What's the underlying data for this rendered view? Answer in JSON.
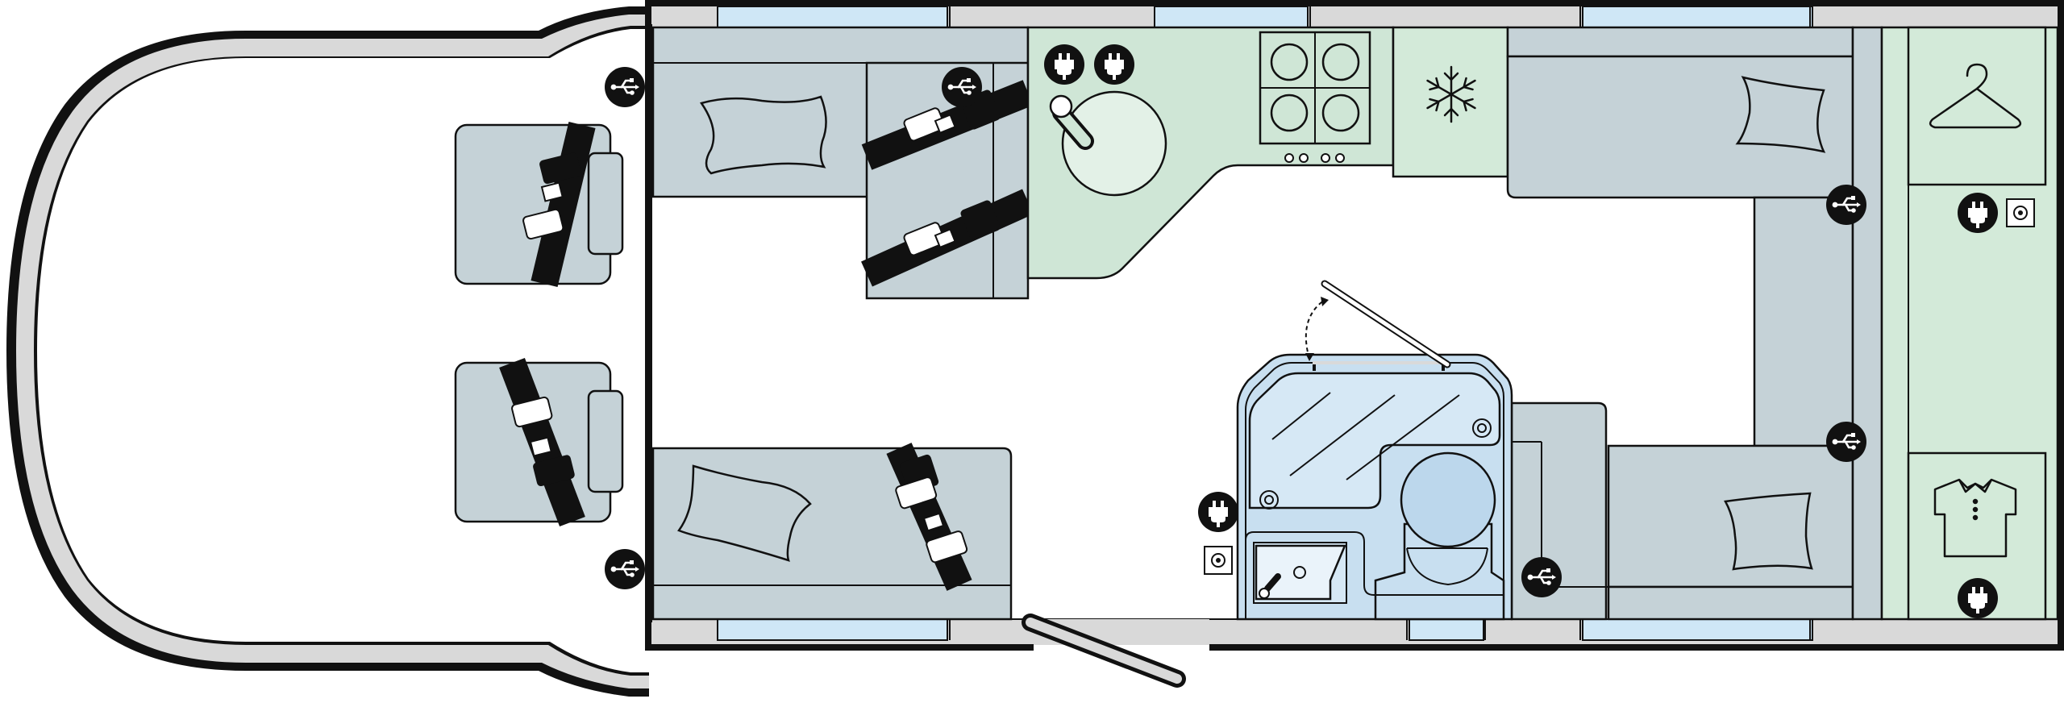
{
  "diagram": {
    "type": "motorhome floorplan",
    "colors": {
      "outline": "#111111",
      "body_grey": "#d9d9d9",
      "seat": "#c5d2d7",
      "seat_dark": "#b7c6cc",
      "kitchen": "#cfe6d6",
      "wardrobe": "#d3ead9",
      "washroom": "#c8dff0",
      "window": "#cfe7f6",
      "belt": "#111111",
      "white": "#ffffff"
    },
    "areas": [
      {
        "name": "cab-seat-driver",
        "kind": "cab seat"
      },
      {
        "name": "cab-seat-passenger",
        "kind": "cab seat"
      },
      {
        "name": "front-lounge-sofa-top",
        "kind": "lounge seat"
      },
      {
        "name": "front-lounge-travel-seat",
        "kind": "travel seat with two belts"
      },
      {
        "name": "front-lounge-sofa-bottom",
        "kind": "lounge seat with belt"
      },
      {
        "name": "kitchen-counter",
        "kind": "kitchen"
      },
      {
        "name": "fridge-unit",
        "kind": "fridge"
      },
      {
        "name": "washroom",
        "kind": "washroom with shower and basin"
      },
      {
        "name": "rear-lounge",
        "kind": "U-shaped lounge"
      },
      {
        "name": "wardrobe-top",
        "kind": "wardrobe"
      },
      {
        "name": "wardrobe-bottom",
        "kind": "wardrobe"
      }
    ],
    "icons": [
      "usb-socket-icon",
      "mains-socket-icon",
      "tv-aerial-socket-icon",
      "seatbelt-icon",
      "hob-icon",
      "sink-icon",
      "snowflake-icon",
      "coat-hanger-icon",
      "shirt-icon",
      "pillow-icon",
      "shower-icon",
      "toilet-icon",
      "door-icon"
    ]
  }
}
